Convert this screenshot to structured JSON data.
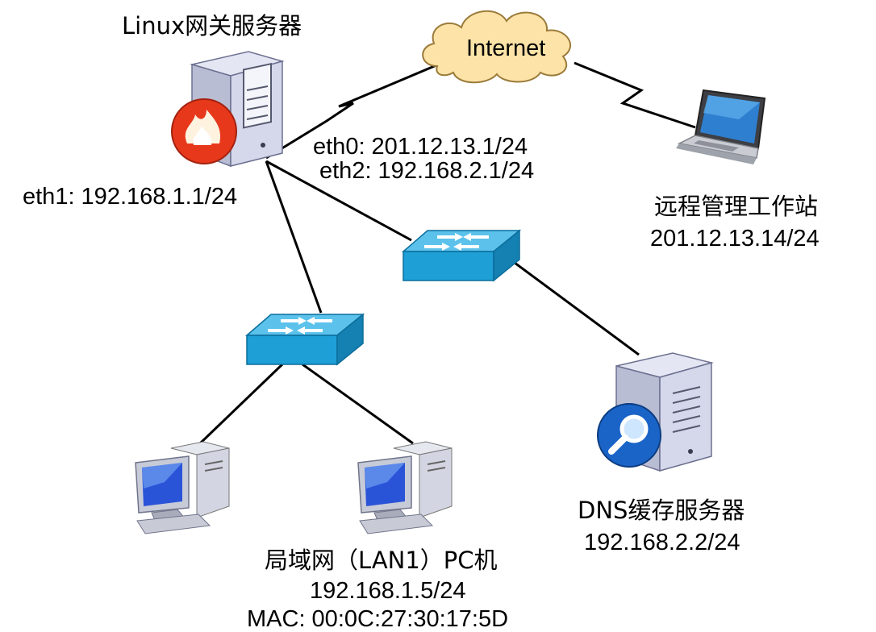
{
  "gateway": {
    "title": "Linux网关服务器",
    "eth0": "eth0: 201.12.13.1/24",
    "eth2": "eth2: 192.168.2.1/24",
    "eth1": "eth1: 192.168.1.1/24"
  },
  "internet": {
    "label": "Internet"
  },
  "remote": {
    "title": "远程管理工作站",
    "ip": "201.12.13.14/24"
  },
  "dns": {
    "title": "DNS缓存服务器",
    "ip": "192.168.2.2/24"
  },
  "lan": {
    "title": "局域网（LAN1）PC机",
    "ip": "192.168.1.5/24",
    "mac": "MAC: 00:0C:27:30:17:5D"
  },
  "colors": {
    "switch": "#1e9fd6",
    "cloud": "#fde3a7",
    "server": "#cfd3e6",
    "firewall": "#e8381c",
    "magnifier": "#1a64c8"
  }
}
